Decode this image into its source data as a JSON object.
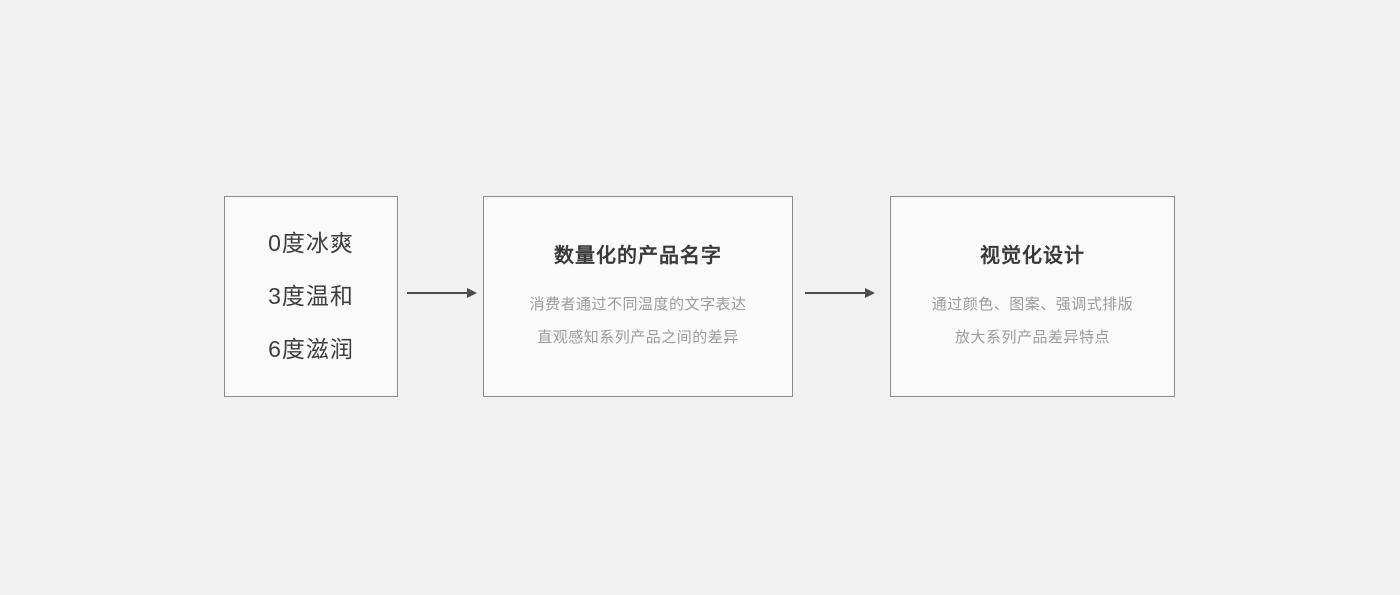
{
  "diagram": {
    "background_color": "#f1f1f1",
    "box_fill_color": "#fafafa",
    "box_border_color": "#8a8a8a",
    "title_color": "#3a3a3a",
    "subtitle_color": "#9b9b9b",
    "arrow_color": "#4c4c4c",
    "boxes": [
      {
        "lines": [
          "0度冰爽",
          "3度温和",
          "6度滋润"
        ]
      },
      {
        "title": "数量化的产品名字",
        "subtitle_lines": [
          "消费者通过不同温度的文字表达",
          "直观感知系列产品之间的差异"
        ]
      },
      {
        "title": "视觉化设计",
        "subtitle_lines": [
          "通过颜色、图案、强调式排版",
          "放大系列产品差异特点"
        ]
      }
    ]
  }
}
